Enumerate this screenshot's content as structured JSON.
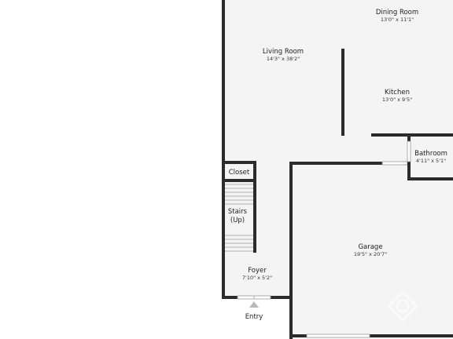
{
  "floorplan": {
    "rooms": [
      {
        "name": "Dining Room",
        "dims": "13'0\" x 11'1\""
      },
      {
        "name": "Living Room",
        "dims": "14'3\" x 38'2\""
      },
      {
        "name": "Kitchen",
        "dims": "13'0\" x 9'5\""
      },
      {
        "name": "Bathroom",
        "dims": "4'11\" x 5'1\""
      },
      {
        "name": "Closet",
        "dims": ""
      },
      {
        "name": "Stairs",
        "dims": "(Up)"
      },
      {
        "name": "Garage",
        "dims": "19'5\" x 20'7\""
      },
      {
        "name": "Foyer",
        "dims": "7'10\" x 5'2\""
      }
    ],
    "entry_label": "Entry"
  },
  "colors": {
    "wall": "#2b2b2b",
    "floor": "#f4f4f4",
    "background": "#ffffff"
  }
}
